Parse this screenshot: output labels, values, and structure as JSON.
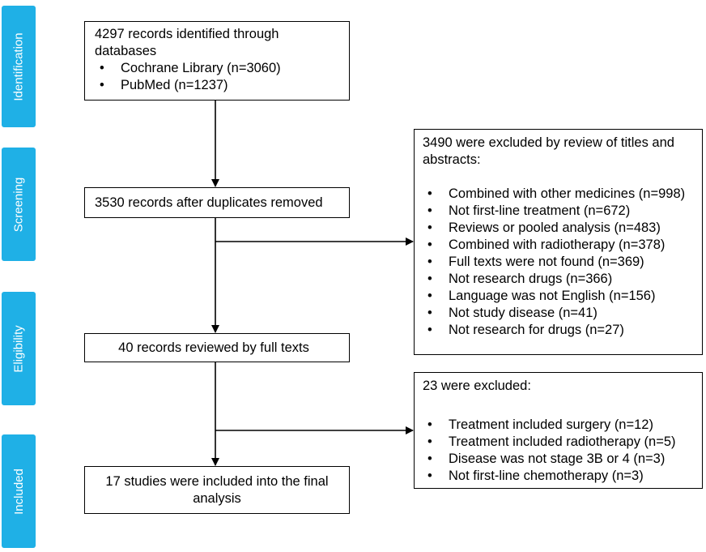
{
  "phases": {
    "identification": "Identification",
    "screening": "Screening",
    "eligibility": "Eligibility",
    "included": "Included"
  },
  "boxes": {
    "identified": {
      "title": "4297 records identified through databases",
      "items": [
        "Cochrane Library (n=3060)",
        "PubMed (n=1237)"
      ]
    },
    "after_duplicates": {
      "title": "3530 records after duplicates removed"
    },
    "excluded_titles": {
      "title": "3490 were excluded by review of titles and abstracts:",
      "items": [
        "Combined with other medicines (n=998)",
        "Not first-line treatment (n=672)",
        "Reviews or pooled analysis (n=483)",
        "Combined with radiotherapy (n=378)",
        "Full texts were not found (n=369)",
        "Not research drugs (n=366)",
        "Language was not English (n=156)",
        "Not study disease (n=41)",
        "Not research for drugs (n=27)"
      ]
    },
    "full_texts": {
      "title": "40 records reviewed by full texts"
    },
    "excluded_full": {
      "title": "23 were excluded:",
      "items": [
        "Treatment included surgery (n=12)",
        "Treatment included radiotherapy (n=5)",
        "Disease was not stage 3B or 4 (n=3)",
        "Not first-line chemotherapy (n=3)"
      ]
    },
    "included": {
      "title": "17 studies were included into the final analysis"
    }
  }
}
